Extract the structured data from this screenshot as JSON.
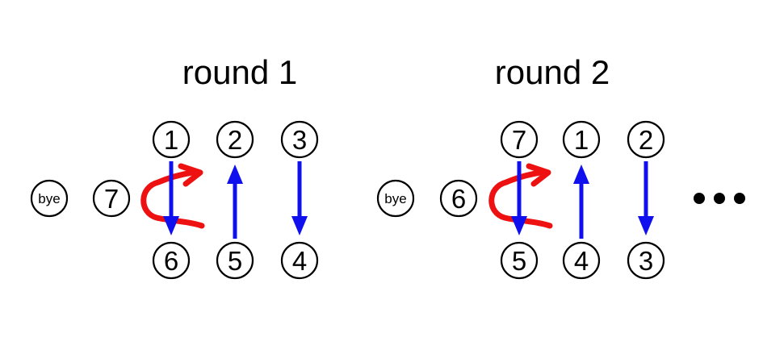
{
  "rounds": [
    {
      "title": "round 1",
      "bye_label": "bye",
      "bye_player": "7",
      "top": [
        "1",
        "2",
        "3"
      ],
      "bottom": [
        "6",
        "5",
        "4"
      ]
    },
    {
      "title": "round 2",
      "bye_label": "bye",
      "bye_player": "6",
      "top": [
        "7",
        "1",
        "2"
      ],
      "bottom": [
        "5",
        "4",
        "3"
      ]
    }
  ],
  "continuation": "ellipsis",
  "colors": {
    "pair_arrow": "#1010ee",
    "rotation_arrow": "#ee1111"
  }
}
